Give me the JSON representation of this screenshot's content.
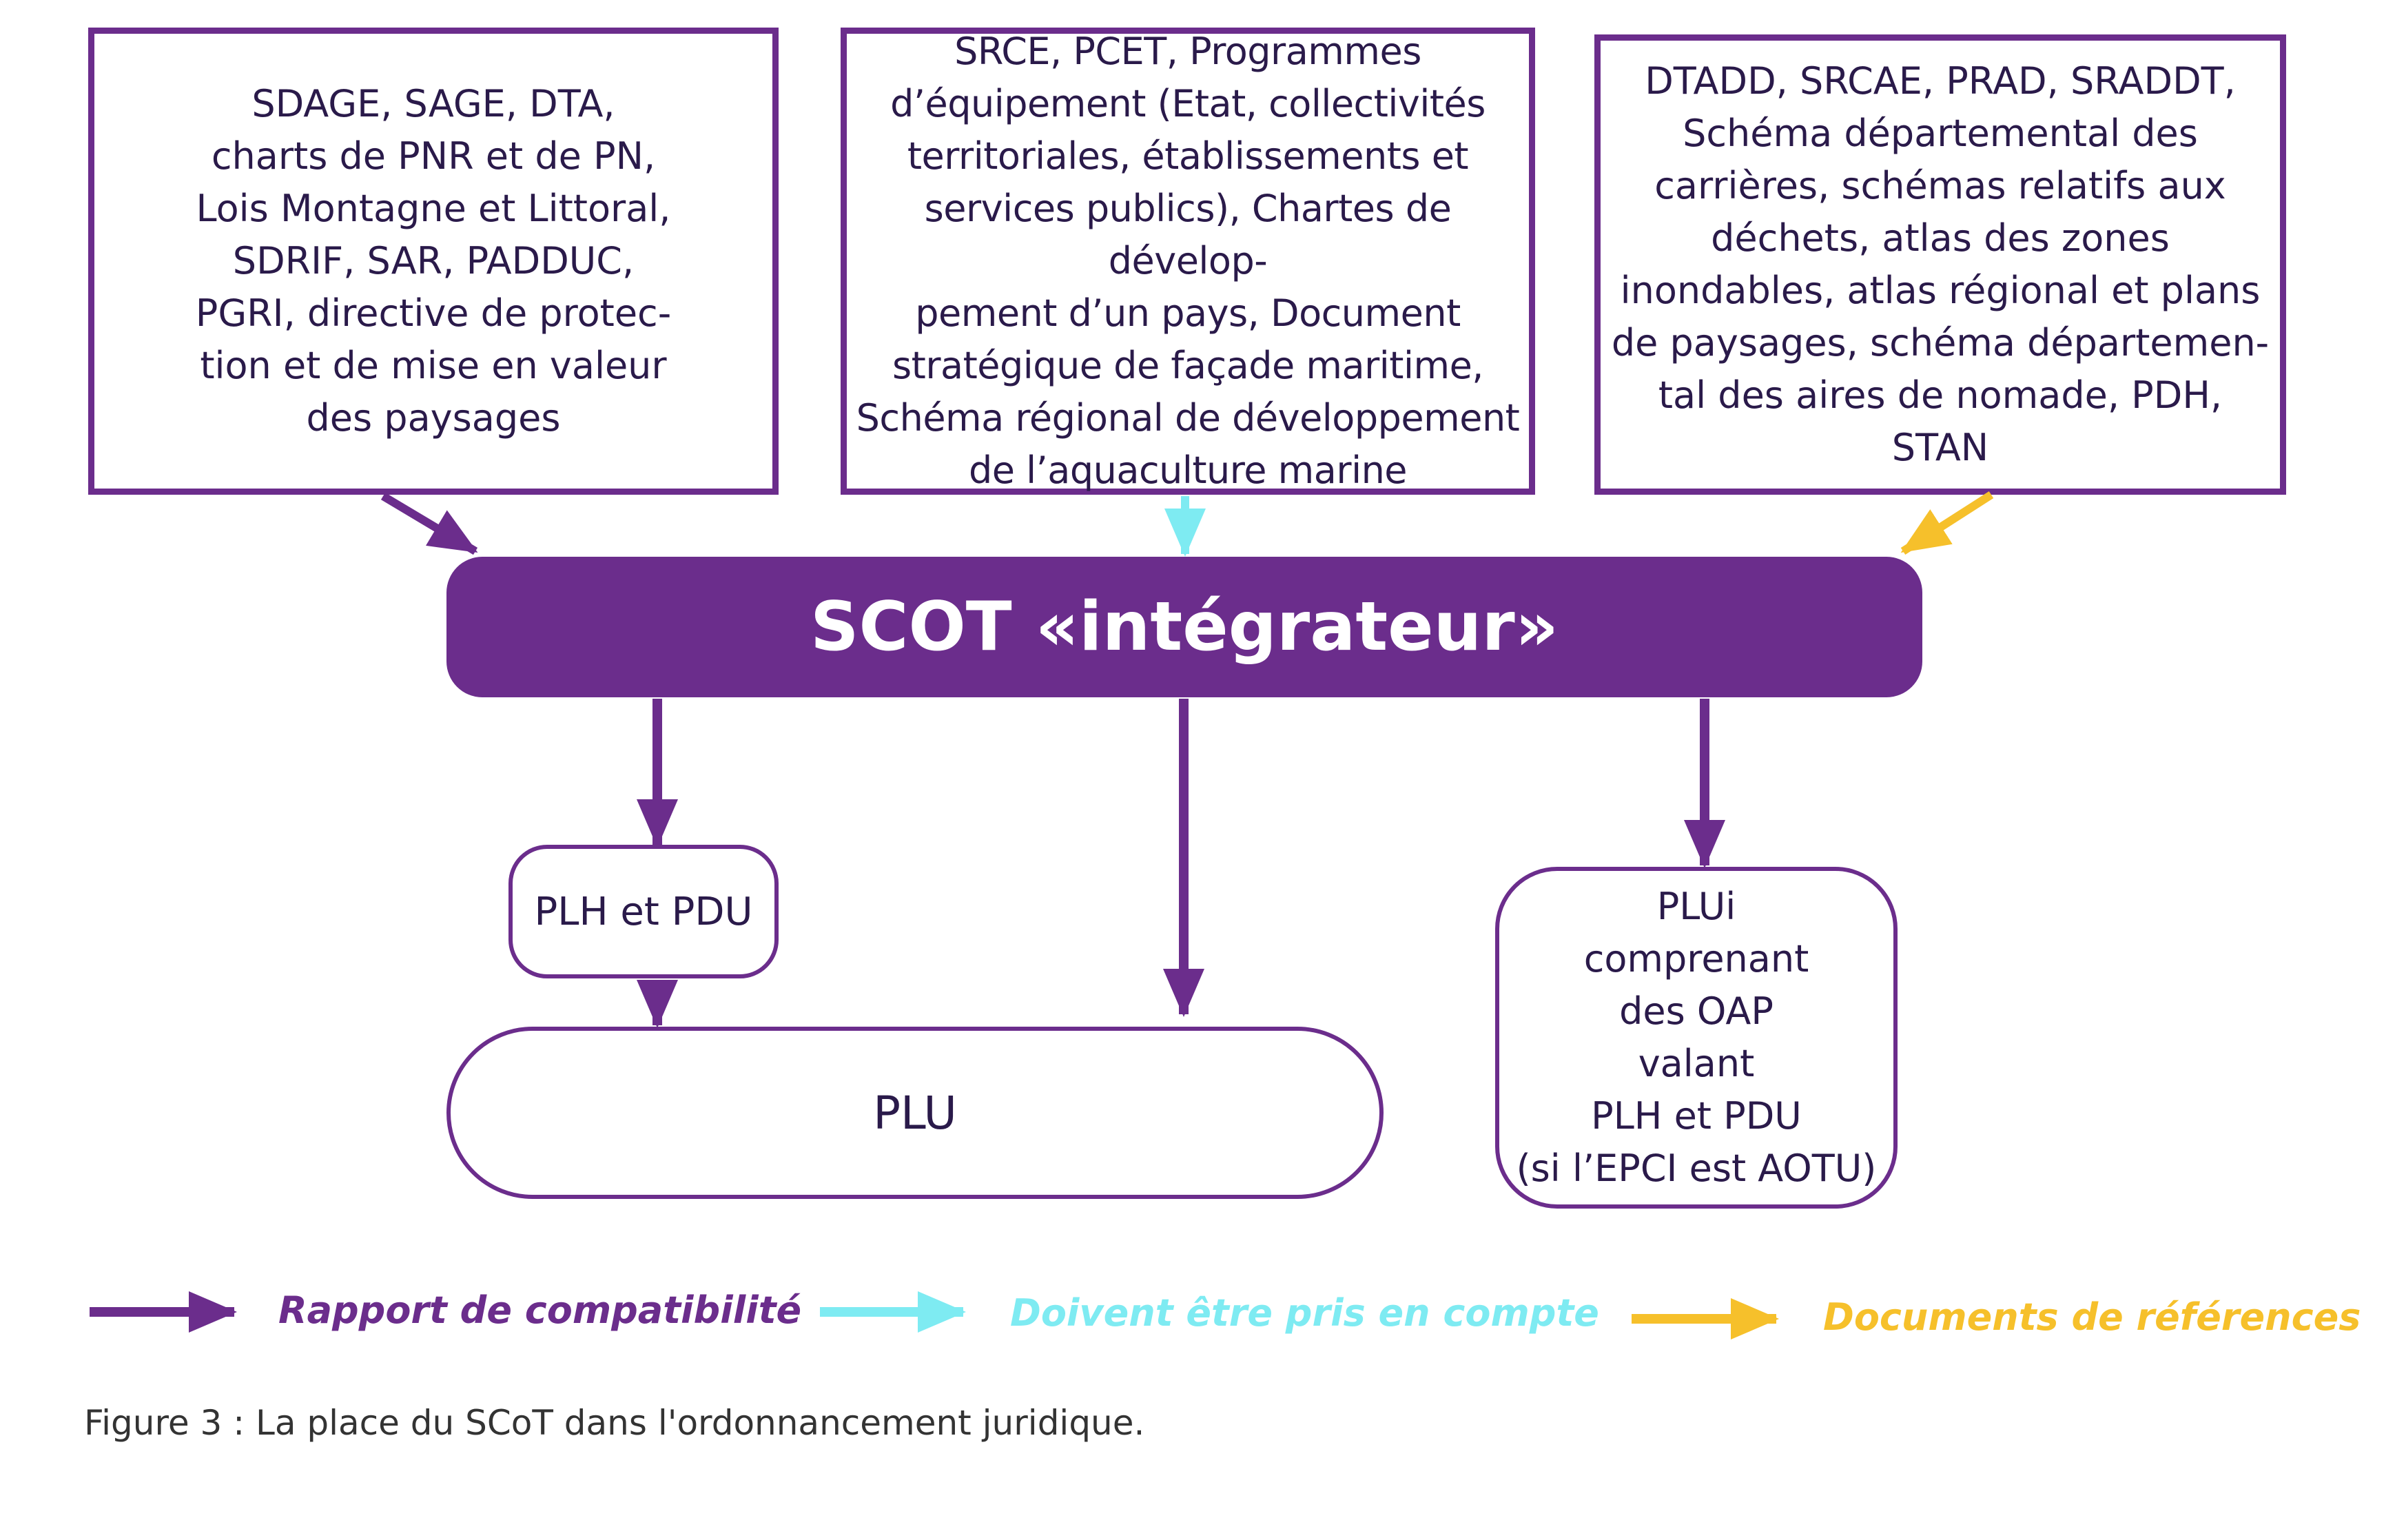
{
  "boxes": {
    "left": "SDAGE, SAGE, DTA,\ncharts de  PNR et de PN,\nLois Montagne et Littoral,\nSDRIF, SAR, PADDUC,\nPGRI, directive de protec-\ntion et de mise en valeur\ndes paysages",
    "center": "SRCE, PCET, Programmes\nd’équipement (Etat, collectivités\nterritoriales, établissements et\nservices publics), Chartes de dévelop-\npement d’un pays, Document\nstratégique de façade maritime,\nSchéma régional de développement\nde l’aquaculture marine",
    "right": "DTADD, SRCAE, PRAD, SRADDT,\nSchéma départemental des\ncarrières, schémas relatifs aux\ndéchets, atlas des zones\ninondables, atlas régional et plans\nde paysages, schéma départemen-\ntal des aires de nomade, PDH,\nSTAN"
  },
  "scot": "SCOT «intégrateur»",
  "plh_pdu": "PLH et PDU",
  "plu": "PLU",
  "plui": "PLUi\ncomprenant\ndes OAP\nvalant\nPLH et PDU\n(si l’EPCI est AOTU)",
  "legend": {
    "compatibilite": "Rapport de compatibilité",
    "pris_en_compte": "Doivent être pris en compte",
    "references": "Documents de références"
  },
  "caption": "Figure 3 : La place du SCoT dans l'ordonnancement juridique.",
  "colors": {
    "purple": "#6B2D8C",
    "cyan": "#7EEBF2",
    "yellow": "#F6C02B"
  }
}
